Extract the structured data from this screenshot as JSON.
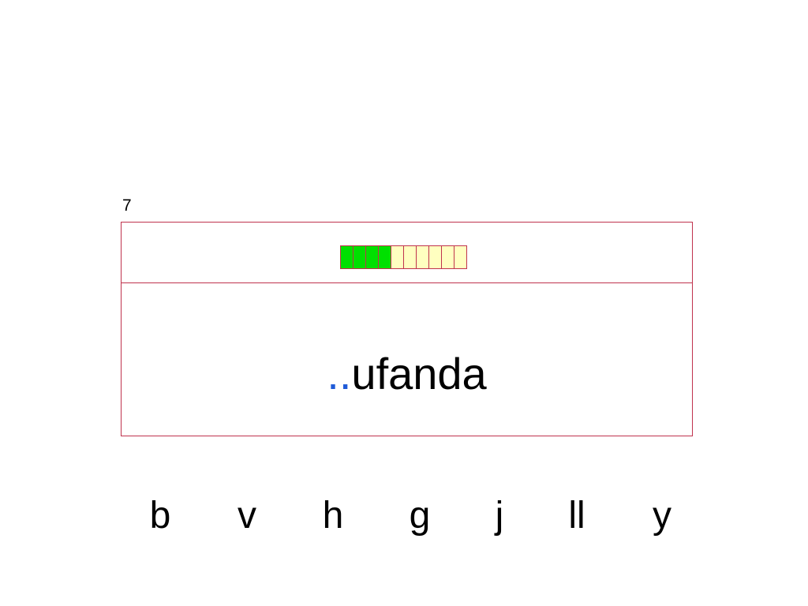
{
  "exercise": {
    "number": "7",
    "progress": {
      "total": 10,
      "completed": 4,
      "done_color": "#00e000",
      "pending_color": "#ffffc0",
      "border_color": "#c0334d"
    },
    "word": {
      "blank": "..",
      "rest": "ufanda"
    },
    "options": [
      "b",
      "v",
      "h",
      "g",
      "j",
      "ll",
      "y"
    ]
  }
}
